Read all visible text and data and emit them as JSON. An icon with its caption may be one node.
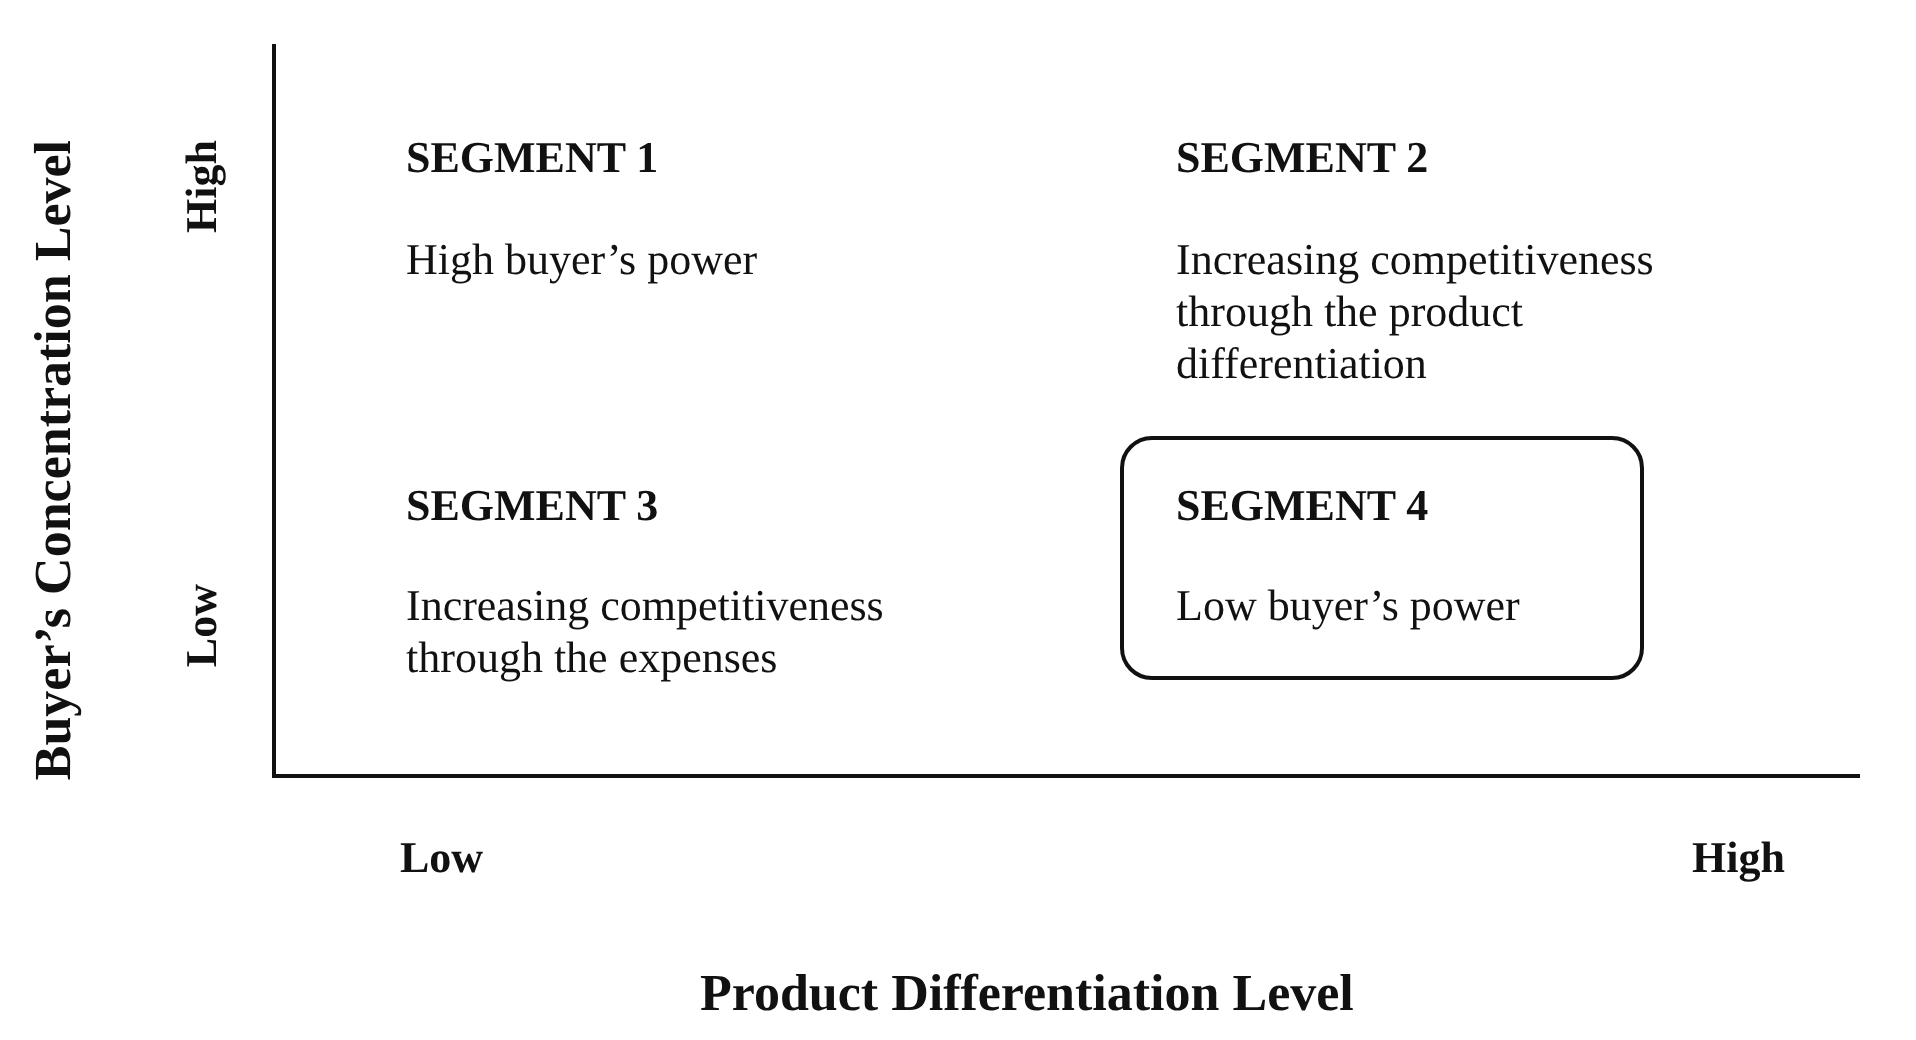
{
  "diagram": {
    "nodes": [
      {
        "text": [
          "SEGMENT 4",
          "Low buyer’s power"
        ]
      }
    ],
    "labels": [
      "Buyer’s Concentration Level",
      "High",
      "SEGMENT 1",
      "High buyer’s power",
      "SEGMENT 2",
      "Increasing competitiveness through the product differentiation",
      "Low",
      "SEGMENT 3",
      "Increasing competitiveness through the expenses",
      "Low",
      "High",
      "Product Differentiation Level"
    ]
  }
}
